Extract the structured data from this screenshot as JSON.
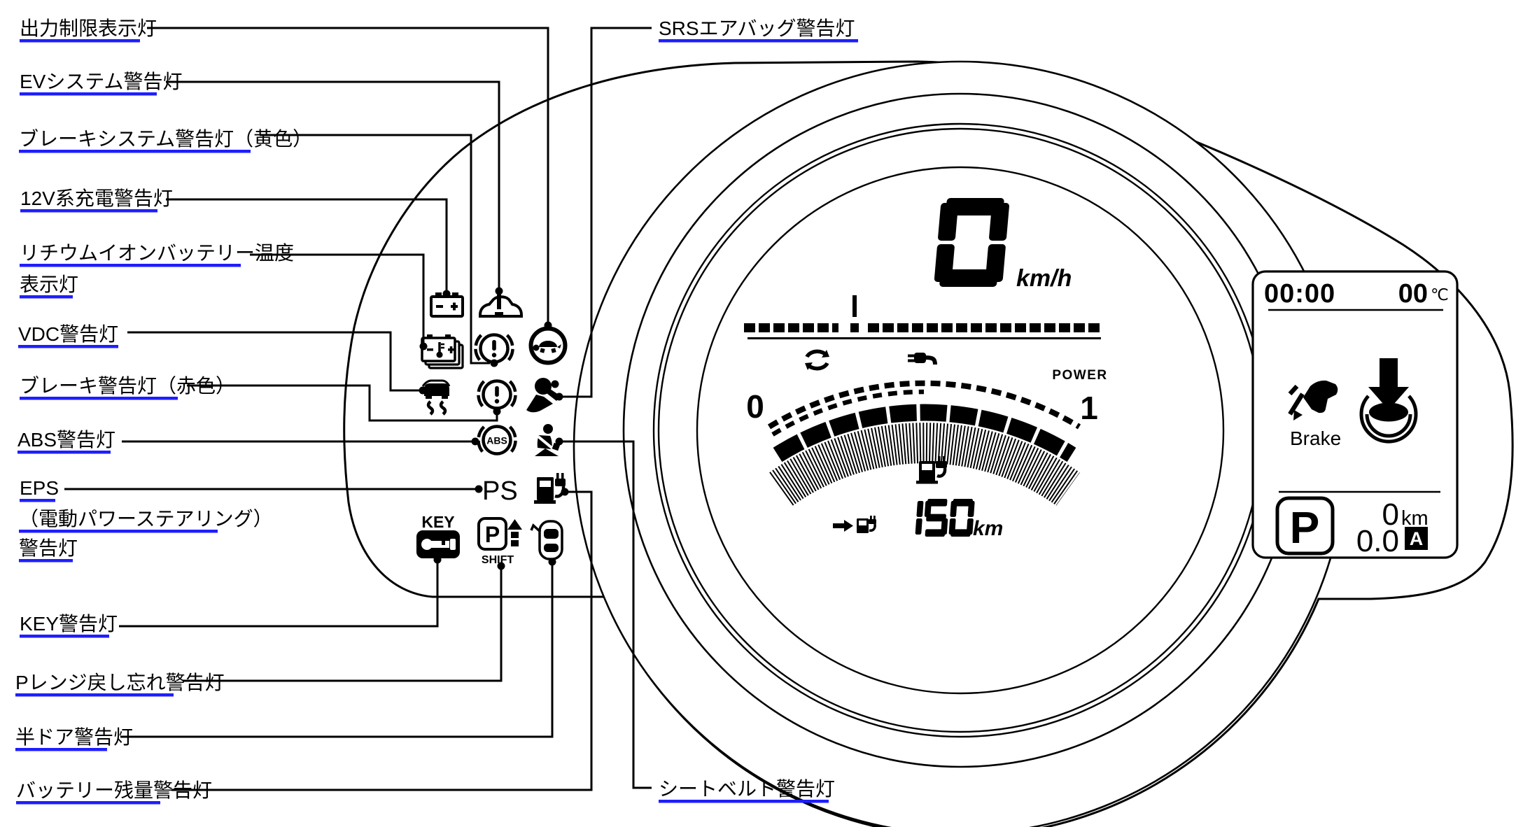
{
  "labels": [
    {
      "id": "power-limit",
      "text": "出力制限表示灯"
    },
    {
      "id": "ev-system",
      "text": "EVシステム警告灯"
    },
    {
      "id": "brake-system-yellow",
      "text": "ブレーキシステム警告灯（黄色）"
    },
    {
      "id": "charge-12v",
      "text": "12V系充電警告灯"
    },
    {
      "id": "li-ion-temp-line1",
      "text": "リチウムイオンバッテリー温度"
    },
    {
      "id": "li-ion-temp-line2",
      "text": "表示灯"
    },
    {
      "id": "vdc",
      "text": "VDC警告灯"
    },
    {
      "id": "brake-red",
      "text": "ブレーキ警告灯（赤色）"
    },
    {
      "id": "abs",
      "text": "ABS警告灯"
    },
    {
      "id": "eps-line1",
      "text": "EPS"
    },
    {
      "id": "eps-line2",
      "text": "（電動パワーステアリング）"
    },
    {
      "id": "eps-line3",
      "text": "警告灯"
    },
    {
      "id": "key",
      "text": "KEY警告灯"
    },
    {
      "id": "p-range",
      "text": "Pレンジ戻し忘れ警告灯"
    },
    {
      "id": "half-door",
      "text": "半ドア警告灯"
    },
    {
      "id": "battery-level",
      "text": "バッテリー残量警告灯"
    },
    {
      "id": "srs-airbag",
      "text": "SRSエアバッグ警告灯"
    },
    {
      "id": "seatbelt",
      "text": "シートベルト警告灯"
    }
  ],
  "cluster": {
    "speed": {
      "value": "0",
      "unit": "km/h"
    },
    "power_gauge": {
      "min": "0",
      "max": "1",
      "label": "POWER"
    },
    "range": {
      "value": "150",
      "unit": "km"
    },
    "indicators": {
      "abs": "ABS",
      "eps": "PS",
      "key": "KEY",
      "p_shift_p": "P",
      "p_shift_text": "SHIFT"
    },
    "info_panel": {
      "clock": "00:00",
      "temp": "00",
      "temp_unit": "℃",
      "brake_label": "Brake",
      "gear": "P",
      "odo": "0",
      "odo_unit": "km",
      "power": "0.0",
      "mode": "A"
    }
  },
  "colors": {
    "ink": "#000000",
    "link_underline": "#1e1eff",
    "background": "#ffffff"
  }
}
